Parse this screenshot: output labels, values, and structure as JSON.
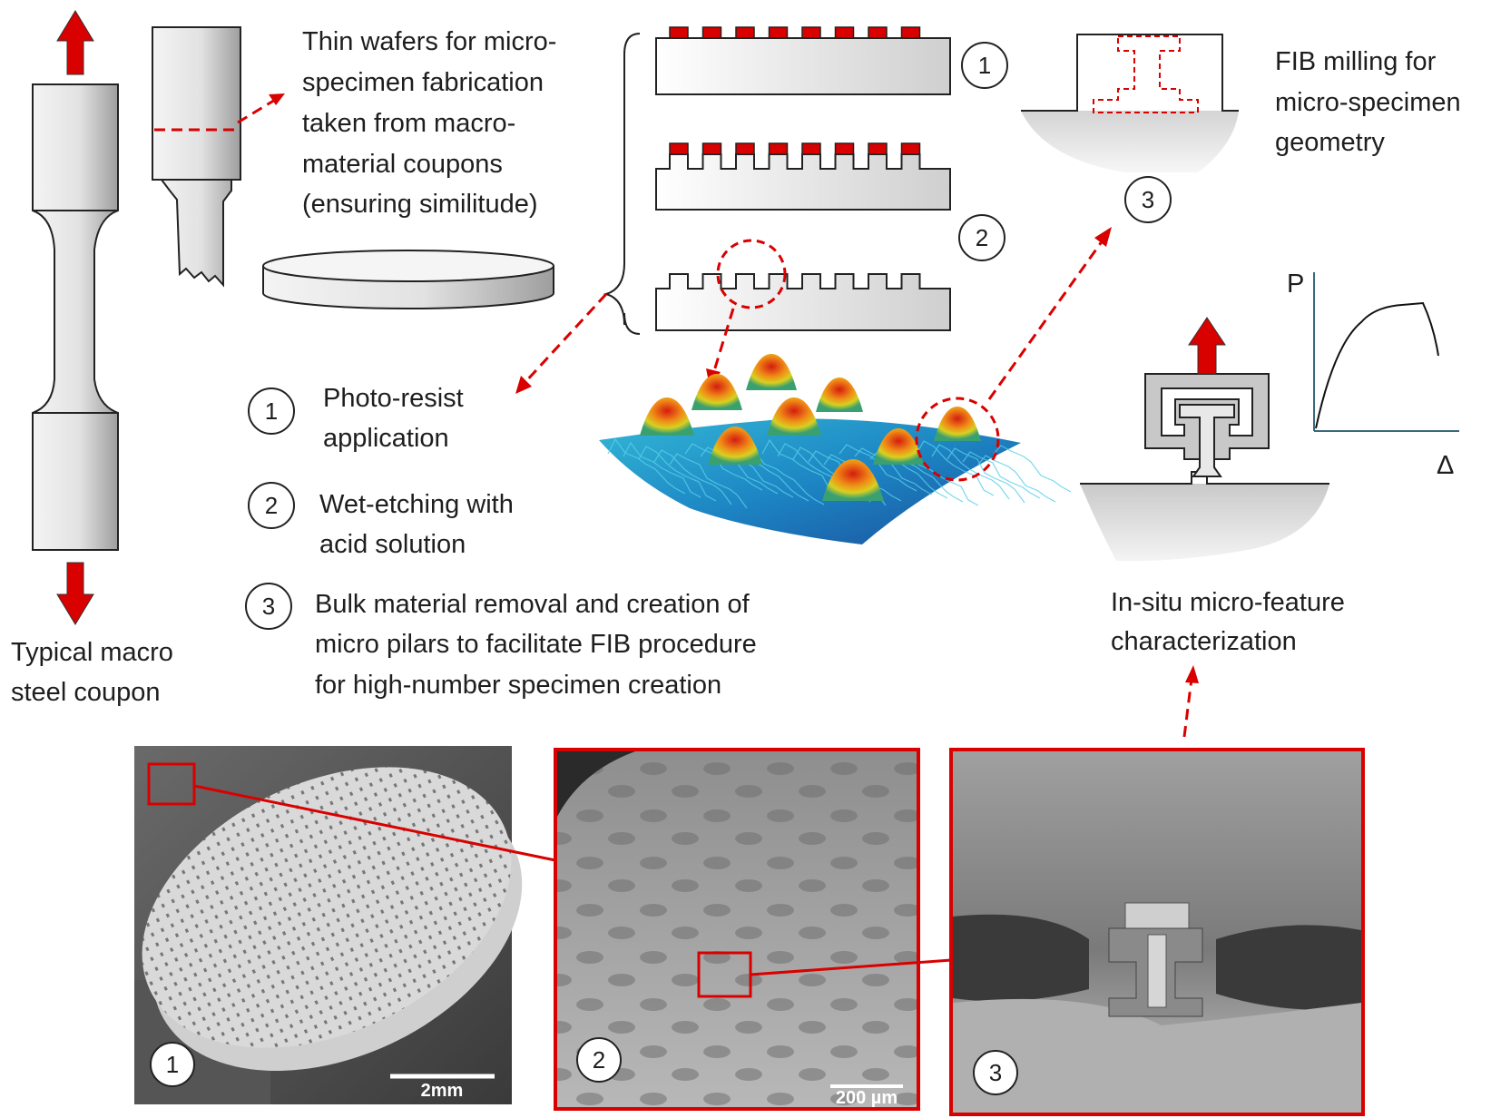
{
  "colors": {
    "accent_red": "#d90000",
    "outline": "#222222",
    "axis": "#3a6a7a"
  },
  "macro_coupon": {
    "label_line1": "Typical macro",
    "label_line2": "steel coupon"
  },
  "wafer_note": {
    "line1": "Thin wafers for micro-",
    "line2": "specimen fabrication",
    "line3": "taken from macro-",
    "line4": "material coupons",
    "line5": "(ensuring similitude)"
  },
  "process_steps": [
    {
      "number": "1",
      "line1": "Photo-resist",
      "line2": "application",
      "line3": ""
    },
    {
      "number": "2",
      "line1": "Wet-etching with",
      "line2": "acid solution",
      "line3": ""
    },
    {
      "number": "3",
      "line1": "Bulk material removal and creation of",
      "line2": "micro pilars to facilitate FIB procedure",
      "line3": "for high-number specimen creation"
    }
  ],
  "stage_badges": [
    "1",
    "2",
    "3"
  ],
  "fib_note": {
    "line1": "FIB milling for",
    "line2": "micro-specimen",
    "line3": "geometry"
  },
  "insitu_note": {
    "line1": "In-situ micro-feature",
    "line2": "characterization"
  },
  "plot": {
    "y_label": "P",
    "x_label": "Δ"
  },
  "photos": [
    {
      "badge": "1",
      "scale_bar": "2mm",
      "icon": "wafer-sem-photo"
    },
    {
      "badge": "2",
      "scale_bar": "200 µm",
      "icon": "pillars-sem-photo"
    },
    {
      "badge": "3",
      "scale_bar": "",
      "icon": "specimen-sem-photo"
    }
  ]
}
